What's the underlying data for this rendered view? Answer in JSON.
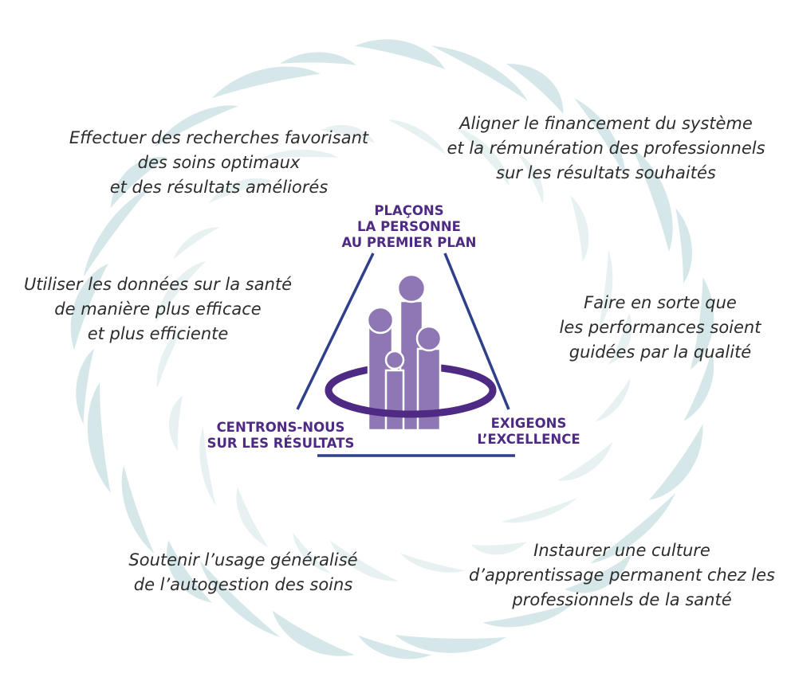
{
  "ring_items": [
    {
      "id": "research",
      "lines": [
        "Effectuer des recherches favorisant",
        "des soins optimaux",
        "et des résultats améliorés"
      ]
    },
    {
      "id": "funding",
      "lines": [
        "Aligner le financement du système",
        "et la rémunération des professionnels",
        "sur les résultats souhaités"
      ]
    },
    {
      "id": "health-data",
      "lines": [
        "Utiliser les données sur la santé",
        "de manière plus efficace",
        "et plus efficiente"
      ]
    },
    {
      "id": "quality",
      "lines": [
        "Faire en sorte que",
        "les performances soient",
        "guidées par la qualité"
      ]
    },
    {
      "id": "self-management",
      "lines": [
        "Soutenir l’usage généralisé",
        "de l’autogestion des soins"
      ]
    },
    {
      "id": "learning-culture",
      "lines": [
        "Instaurer une culture",
        "d’apprentissage permanent chez les",
        "professionnels de la santé"
      ]
    }
  ],
  "core": {
    "top": [
      "PLAÇONS",
      "LA PERSONNE",
      "AU PREMIER PLAN"
    ],
    "left": [
      "CENTRONS-NOUS",
      "SUR LES RÉSULTATS"
    ],
    "right": [
      "EXIGEONS",
      "L’EXCELLENCE"
    ]
  },
  "colors": {
    "accent": "#4e2a84",
    "figure": "#8e77b4",
    "swirl": "#cfe3e6",
    "text": "#2c2c2c"
  }
}
